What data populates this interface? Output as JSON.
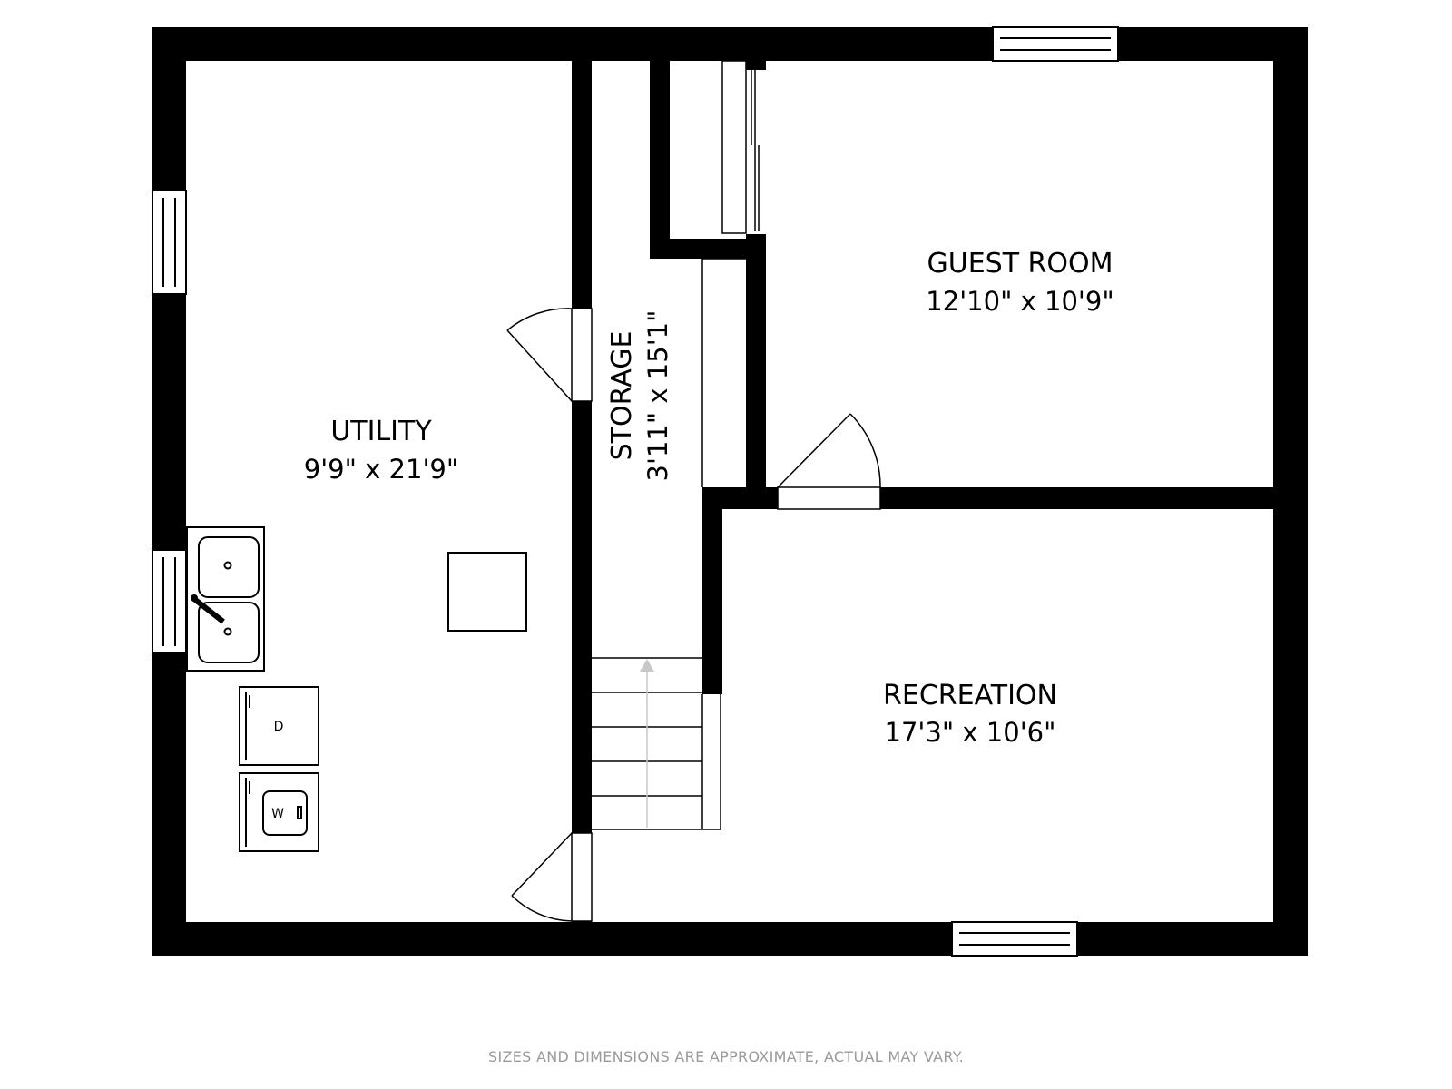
{
  "rooms": {
    "guest_room": {
      "name": "GUEST ROOM",
      "dims": "12'10\" x 10'9\""
    },
    "utility": {
      "name": "UTILITY",
      "dims": "9'9\" x 21'9\""
    },
    "storage": {
      "name": "STORAGE",
      "dims": "3'11\" x 15'1\""
    },
    "recreation": {
      "name": "RECREATION",
      "dims": "17'3\" x 10'6\""
    }
  },
  "appliances": {
    "dryer": "D",
    "washer": "W"
  },
  "footer": {
    "disclaimer": "SIZES AND DIMENSIONS ARE APPROXIMATE, ACTUAL MAY VARY."
  },
  "colors": {
    "wall": "#000000",
    "background": "#ffffff",
    "disclaimer": "#9a9a9a",
    "stair_arrow": "#c8c8c8"
  }
}
